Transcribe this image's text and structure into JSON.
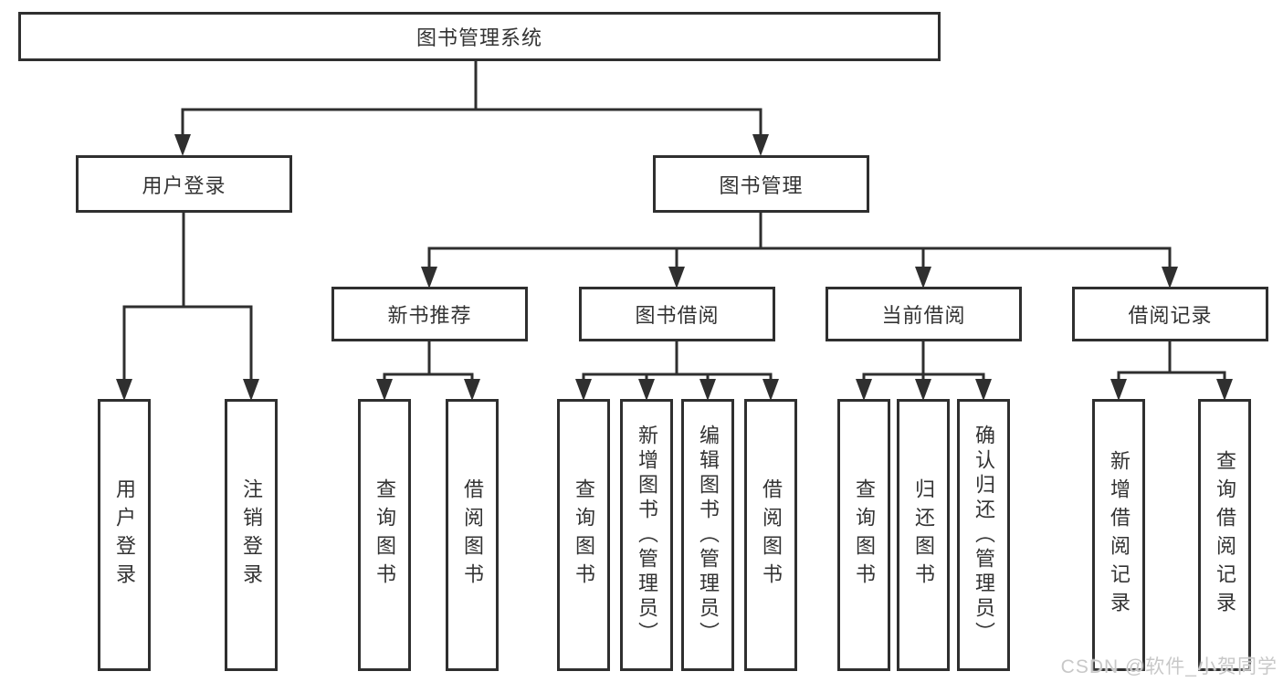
{
  "tree": {
    "root": {
      "label": "图书管理系统"
    },
    "branches": [
      {
        "label": "用户登录",
        "children": [
          {
            "label": "用户登录"
          },
          {
            "label": "注销登录"
          }
        ]
      },
      {
        "label": "图书管理",
        "children": [
          {
            "label": "新书推荐",
            "children": [
              {
                "label": "查询图书"
              },
              {
                "label": "借阅图书"
              }
            ]
          },
          {
            "label": "图书借阅",
            "children": [
              {
                "label": "查询图书"
              },
              {
                "label": "新增图书（管理员）"
              },
              {
                "label": "编辑图书（管理员）"
              },
              {
                "label": "借阅图书"
              }
            ]
          },
          {
            "label": "当前借阅",
            "children": [
              {
                "label": "查询图书"
              },
              {
                "label": "归还图书"
              },
              {
                "label": "确认归还（管理员）"
              }
            ]
          },
          {
            "label": "借阅记录",
            "children": [
              {
                "label": "新增借阅记录"
              },
              {
                "label": "查询借阅记录"
              }
            ]
          }
        ]
      }
    ]
  },
  "watermark": {
    "text": "CSDN @软件_小贺同学"
  },
  "colors": {
    "line": "#2f2f2f",
    "text": "#333333",
    "box_fill": "#ffffff",
    "watermark": "#c8c8c8"
  }
}
